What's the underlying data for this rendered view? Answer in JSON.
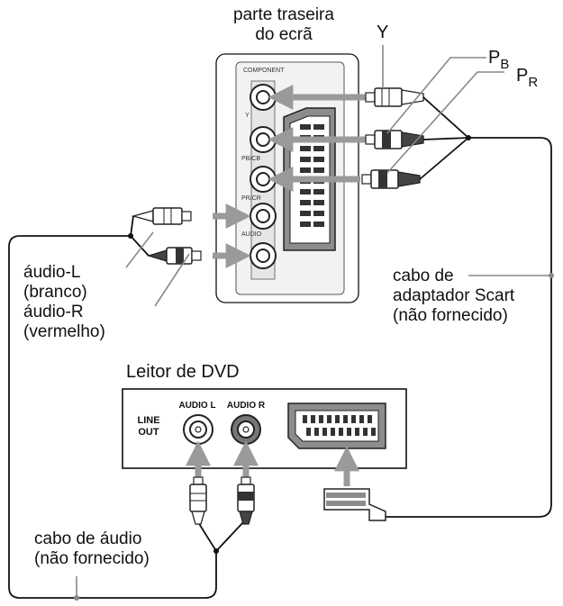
{
  "tv_back": {
    "line1": "parte traseira",
    "line2": "do ecrã"
  },
  "component_panel": {
    "title": "COMPONENT",
    "y": "Y",
    "pb": "PB/CB",
    "pr": "PR/CR",
    "audio": "AUDIO"
  },
  "callouts": {
    "y": "Y",
    "pb_main": "P",
    "pb_sub": "B",
    "pr_main": "P",
    "pr_sub": "R"
  },
  "audio_l": {
    "line1": "áudio-L",
    "line2": "(branco)"
  },
  "audio_r": {
    "line1": "áudio-R",
    "line2": "(vermelho)"
  },
  "scart_cable": {
    "line1": "cabo de",
    "line2": "adaptador Scart",
    "line3": "(não fornecido)"
  },
  "dvd": {
    "title": "Leitor de DVD",
    "line_out_1": "LINE",
    "line_out_2": "OUT",
    "audio_l": "AUDIO L",
    "audio_r": "AUDIO R"
  },
  "audio_cable": {
    "line1": "cabo de áudio",
    "line2": "(não fornecido)"
  },
  "colors": {
    "arrow": "#9a9a9a",
    "panel": "#f2f2f2",
    "scart": "#8c8c8c",
    "line": "#111111"
  }
}
